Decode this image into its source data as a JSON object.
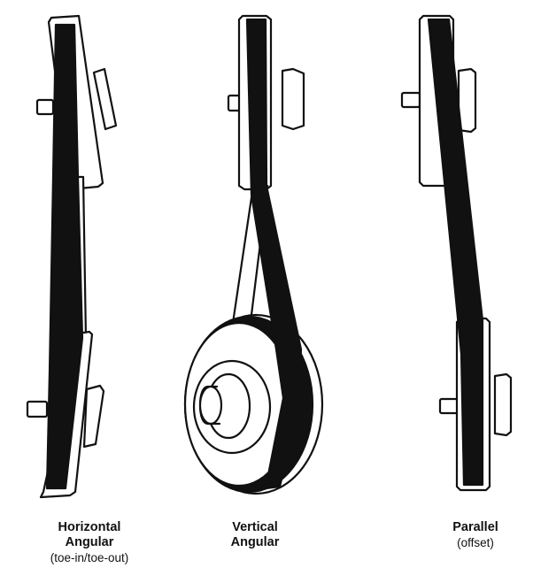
{
  "figures": [
    {
      "id": "horizontal",
      "title_lines": [
        "Horizontal",
        "Angular"
      ],
      "subtitle": "(toe-in/toe-out)"
    },
    {
      "id": "vertical",
      "title_lines": [
        "Vertical",
        "Angular"
      ],
      "subtitle": ""
    },
    {
      "id": "parallel",
      "title_lines": [
        "Parallel"
      ],
      "subtitle": "(offset)"
    }
  ],
  "colors": {
    "belt": "#111111",
    "stroke": "#111111",
    "fill": "#ffffff"
  }
}
